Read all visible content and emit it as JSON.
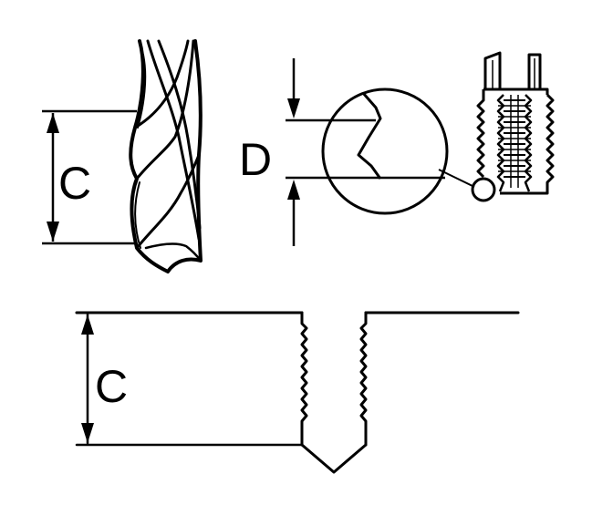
{
  "labels": {
    "drill_dimension": "C",
    "thread_dimension": "D",
    "hole_depth_dimension": "C"
  },
  "colors": {
    "line": "#000000",
    "background": "#ffffff"
  }
}
